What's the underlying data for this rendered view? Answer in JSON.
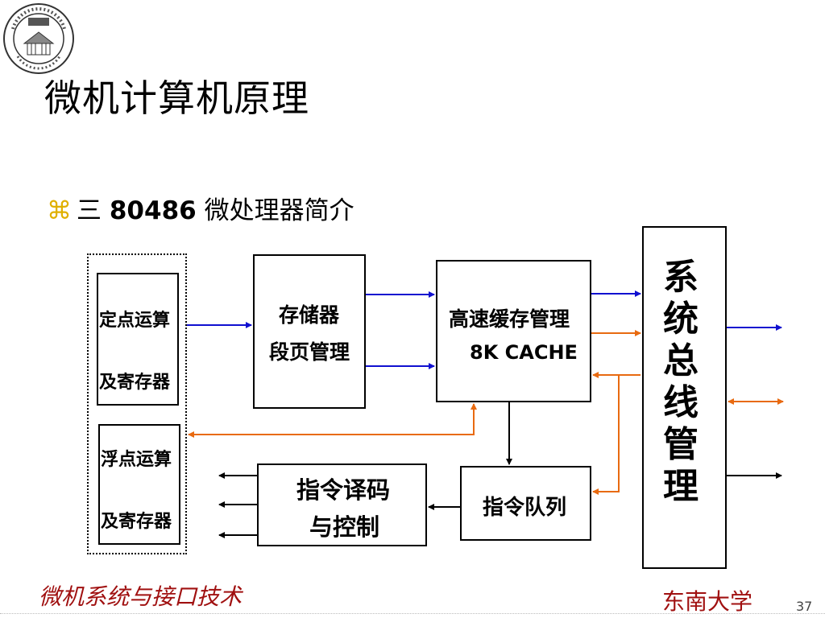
{
  "header": {
    "title": "微机计算机原理"
  },
  "bullet": {
    "icon": "⌘",
    "prefix": "三",
    "number": "80486",
    "text": "微处理器简介"
  },
  "diagram": {
    "fixed_point_line1": "定点运算",
    "fixed_point_line2": "及寄存器",
    "float_point_line1": "浮点运算",
    "float_point_line2": "及寄存器",
    "memory_line1": "存储器",
    "memory_line2": "段页管理",
    "cache_line1": "高速缓存管理",
    "cache_line2": "8K  CACHE",
    "decoder_line1": "指令译码",
    "decoder_line2": "与控制",
    "queue_label": "指令队列",
    "bus_chars": [
      "系",
      "统",
      "总",
      "线",
      "管",
      "理"
    ]
  },
  "colors": {
    "blue_arrow": "#1010d0",
    "orange_arrow": "#e86a10",
    "footer_red": "#a01010",
    "bullet_gold": "#e0b000"
  },
  "footer": {
    "course": "微机系统与接口技术",
    "university": "东南大学",
    "page": "37"
  }
}
